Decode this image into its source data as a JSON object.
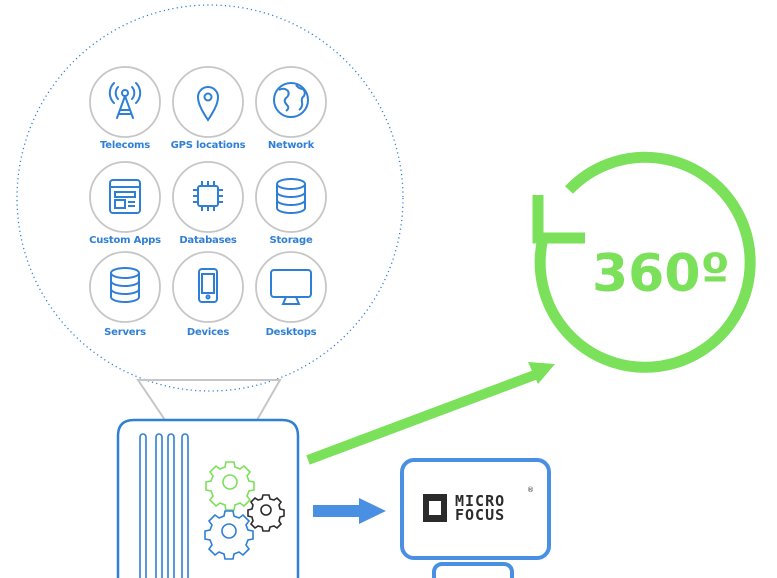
{
  "hub": {
    "items": [
      {
        "label": "Telecoms",
        "icon": "antenna-tower-icon"
      },
      {
        "label": "GPS locations",
        "icon": "map-pin-icon"
      },
      {
        "label": "Network",
        "icon": "globe-icon"
      },
      {
        "label": "Custom Apps",
        "icon": "browser-window-icon"
      },
      {
        "label": "Databases",
        "icon": "chip-icon"
      },
      {
        "label": "Storage",
        "icon": "database-icon"
      },
      {
        "label": "Servers",
        "icon": "server-stack-icon"
      },
      {
        "label": "Devices",
        "icon": "smartphone-icon"
      },
      {
        "label": "Desktops",
        "icon": "monitor-icon"
      }
    ]
  },
  "cycle": {
    "label": "360º",
    "icon": "rotate-arrow-icon"
  },
  "brand": {
    "line1": "MICRO",
    "line2": "FOCUS",
    "mark": "®",
    "icon": "micro-focus-logo-icon"
  },
  "colors": {
    "blue": "#2f7fd6",
    "light_blue": "#4a90e2",
    "green": "#7be05a",
    "gray": "#c6c6c6",
    "dark": "#2b2b2b"
  }
}
